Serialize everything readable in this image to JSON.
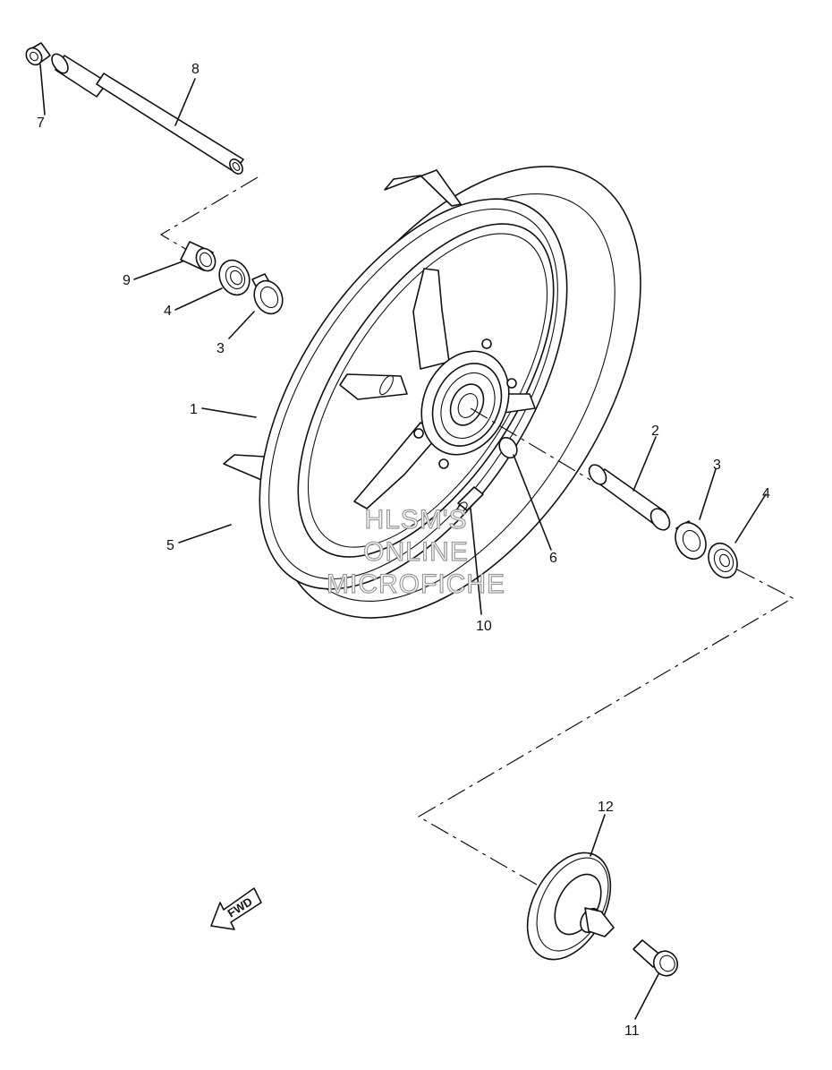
{
  "callouts": [
    "1",
    "2",
    "3",
    "3",
    "4",
    "4",
    "5",
    "6",
    "7",
    "8",
    "9",
    "10",
    "11",
    "12"
  ],
  "watermark": [
    "HLSM'S",
    "ONLINE",
    "MICROFICHE"
  ],
  "direction_badge": "FWD"
}
